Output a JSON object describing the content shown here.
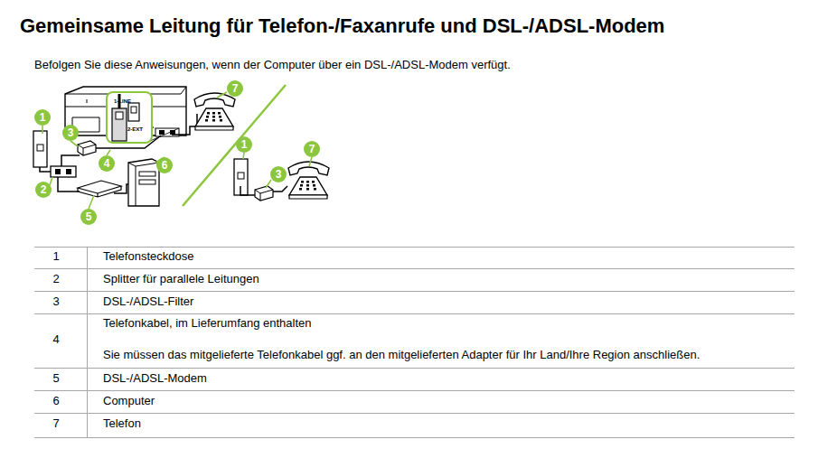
{
  "diagram": {
    "title": "Gemeinsame Leitung für Telefon-/Faxanrufe und DSL-/ADSL-Modem",
    "labels": [
      "Befolgen Sie diese Anweisungen, wenn der Computer über ein DSL-/ADSL-Modem verfügt.",
      "1",
      "3",
      "4",
      "2",
      "5",
      "6",
      "7",
      "1-LINE",
      "2-EXT",
      "1",
      "3",
      "7",
      "1",
      "Telefonsteckdose",
      "2",
      "Splitter für parallele Leitungen",
      "3",
      "DSL-/ADSL-Filter",
      "4",
      "Telefonkabel, im Lieferumfang enthalten",
      "Sie müssen das mitgelieferte Telefonkabel ggf. an den mitgelieferten Adapter für Ihr Land/Ihre Region anschließen.",
      "5",
      "DSL-/ADSL-Modem",
      "6",
      "Computer",
      "7",
      "Telefon"
    ]
  }
}
